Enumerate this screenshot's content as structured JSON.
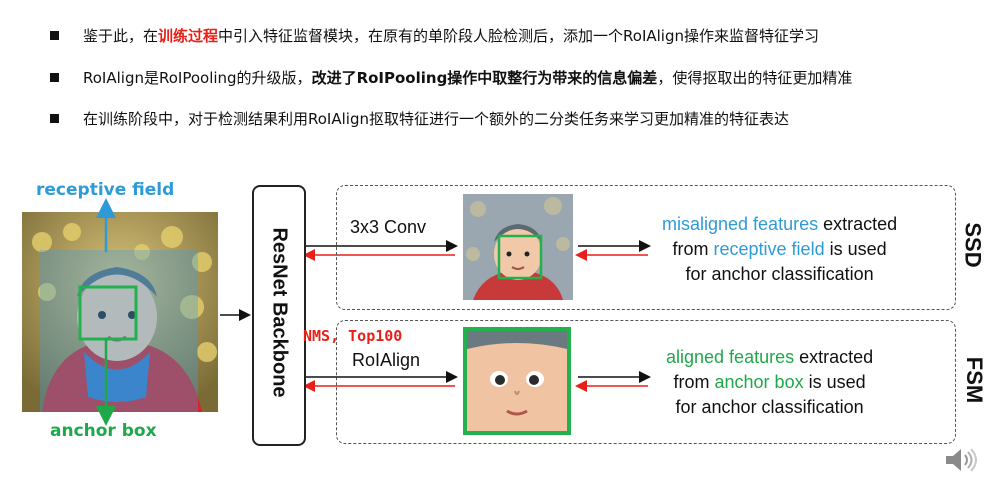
{
  "bullets": [
    {
      "parts": [
        {
          "text": "鉴于此，在",
          "style": "normal"
        },
        {
          "text": "训练过程",
          "style": "red"
        },
        {
          "text": "中引入特征监督模块，在原有的单阶段人脸检测后，添加一个RoIAlign操作来监督特征学习",
          "style": "normal"
        }
      ]
    },
    {
      "parts": [
        {
          "text": "RoIAlign是RoIPooling的升级版，",
          "style": "normal"
        },
        {
          "text": "改进了RoIPooling操作中取整行为带来的信息偏差",
          "style": "bold"
        },
        {
          "text": "，使得抠取出的特征更加精准",
          "style": "normal"
        }
      ]
    },
    {
      "parts": [
        {
          "text": "在训练阶段中，对于检测结果利用RoIAlign抠取特征进行一个额外的二分类任务来学习更加精准的特征表达",
          "style": "normal"
        }
      ]
    }
  ],
  "diagram": {
    "receptive_label": "receptive field",
    "anchor_label": "anchor box",
    "backbone_label": "ResNet Backbone",
    "ssd": {
      "side_label": "SSD",
      "op_label": "3x3 Conv",
      "line1_a": "misaligned features",
      "line1_b": " extracted",
      "line2_a": "from ",
      "line2_b": "receptive field",
      "line2_c": " is used",
      "line3": "for anchor classification"
    },
    "fsm": {
      "side_label": "FSM",
      "op_label_top": "NMS, Top100",
      "op_label": "RoIAlign",
      "line1_a": "aligned features",
      "line1_b": " extracted",
      "line2_a": "from ",
      "line2_b": "anchor box",
      "line2_c": " is used",
      "line3": "for anchor classification"
    }
  },
  "colors": {
    "blue": "#2f9bd6",
    "green": "#1fa84a",
    "red": "#e8201a"
  },
  "icons": {
    "speaker": "speaker-icon"
  }
}
